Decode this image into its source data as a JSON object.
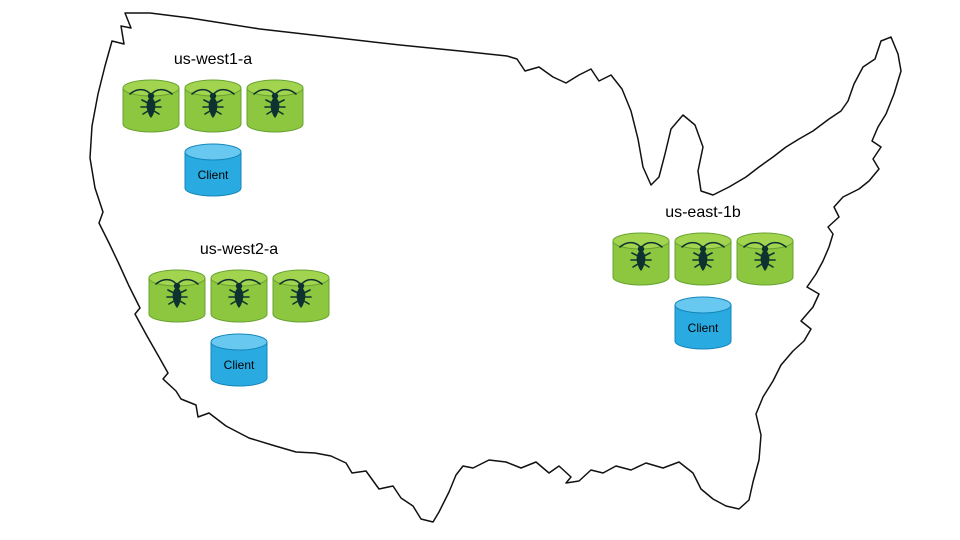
{
  "map": {
    "name": "united-states-outline"
  },
  "regions": [
    {
      "label": "us-west1-a",
      "node_count": 3,
      "node_icon": "cockroach-icon",
      "client_label": "Client"
    },
    {
      "label": "us-west2-a",
      "node_count": 3,
      "node_icon": "cockroach-icon",
      "client_label": "Client"
    },
    {
      "label": "us-east-1b",
      "node_count": 3,
      "node_icon": "cockroach-icon",
      "client_label": "Client"
    }
  ],
  "colors": {
    "node_fill": "#8dc63f",
    "node_top": "#a3d44f",
    "node_stroke": "#67a330",
    "client_fill": "#29abe2",
    "client_top": "#68c8f0",
    "client_stroke": "#1486ba",
    "bug": "#0d3331",
    "map_outline": "#111111",
    "label_color": "#000000"
  }
}
